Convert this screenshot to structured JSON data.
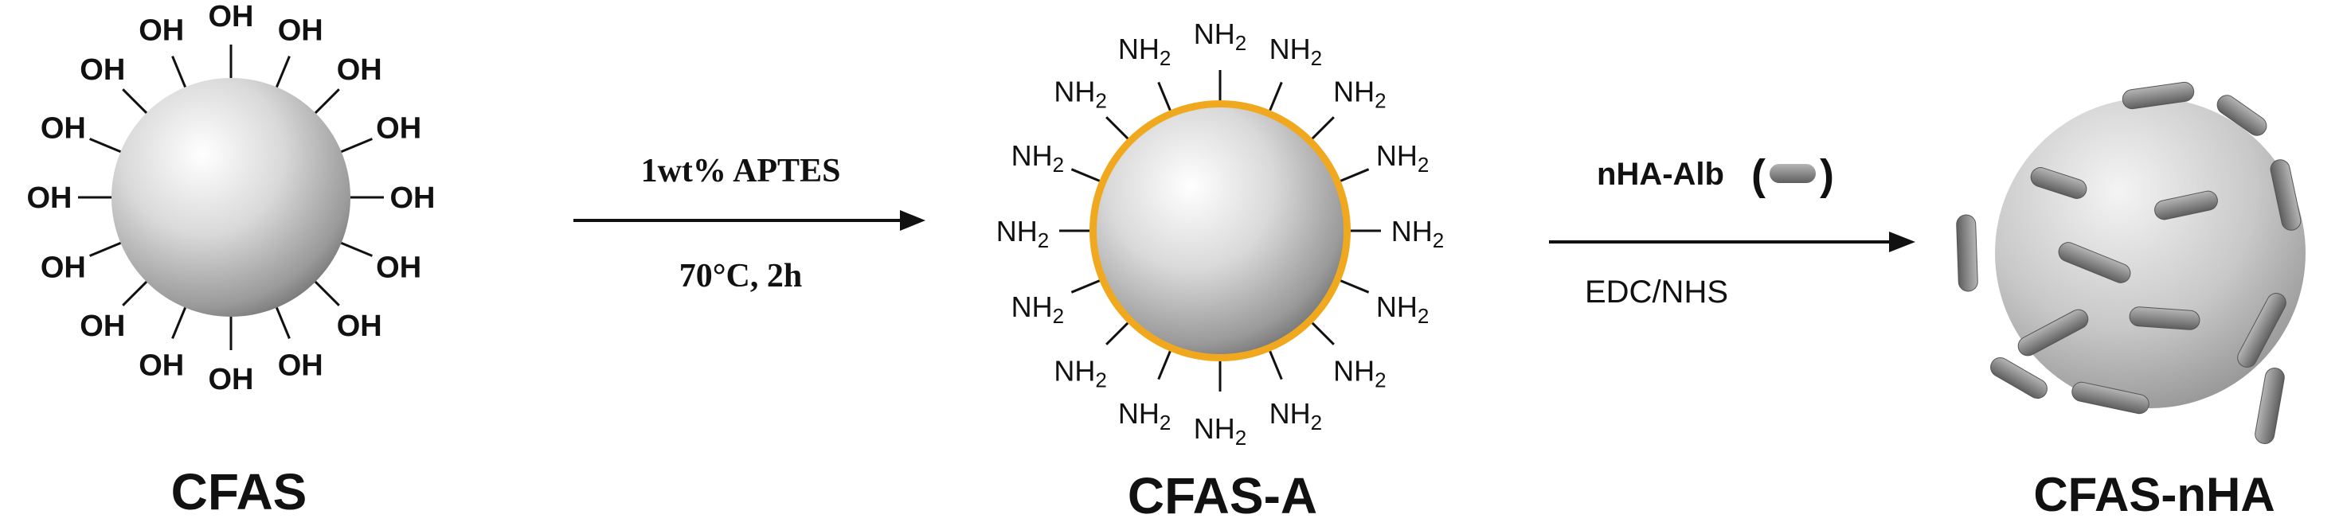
{
  "particles": {
    "p1": {
      "label": "CFAS",
      "groups": [
        "OH",
        "OH",
        "OH",
        "OH",
        "OH",
        "OH",
        "OH",
        "OH",
        "OH",
        "OH",
        "OH",
        "OH",
        "OH",
        "OH",
        "OH",
        "OH"
      ],
      "shell_color": "",
      "sphere_highlight": "#ffffff",
      "sphere_shadow": "#6f6f6f"
    },
    "p2": {
      "label": "CFAS-A",
      "group_base": "NH",
      "group_sub": "2",
      "group_count": 16,
      "shell_color": "#f0a91e"
    },
    "p3": {
      "label": "CFAS-nHA",
      "rod_color": "#8a8a8a",
      "rod_count": 13
    }
  },
  "reactions": {
    "r1": {
      "above": "1wt% APTES",
      "below": "70°C, 2h"
    },
    "r2": {
      "above_text": "nHA-Alb",
      "above_paren_open": "(",
      "above_paren_close": ")",
      "below": "EDC/NHS"
    }
  },
  "colors": {
    "arrow": "#111111",
    "text": "#111111"
  }
}
